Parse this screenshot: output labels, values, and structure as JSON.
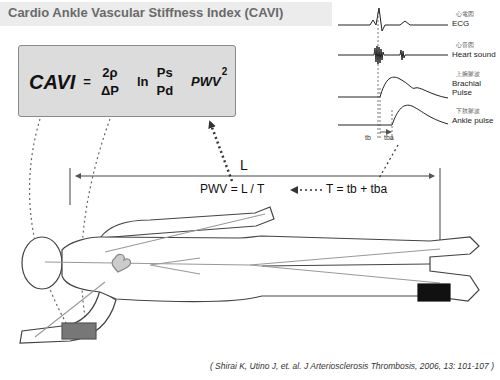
{
  "diagram": {
    "title": "Cardio Ankle Vascular Stiffness Index (CAVI)",
    "caption": "( Shirai K, Utino J, et. al. J Arteriosclerosis Thrombosis, 2006, 13: 101-107 )",
    "nodes": [
      {
        "text": [
          "CAVI",
          "=",
          "2ρ",
          "ΔP",
          "ln",
          "Ps",
          "Pd",
          "PWV",
          "2"
        ]
      }
    ],
    "edges": [],
    "labels": [
      "PWV = L / T",
      "T = tb + tba",
      "L",
      "ECG",
      "Heart sound",
      "Brachial Pulse",
      "Ankle pulse",
      "心電図",
      "心音図",
      "上腕脈波",
      "下肢脈波",
      "tb",
      "tba"
    ]
  }
}
